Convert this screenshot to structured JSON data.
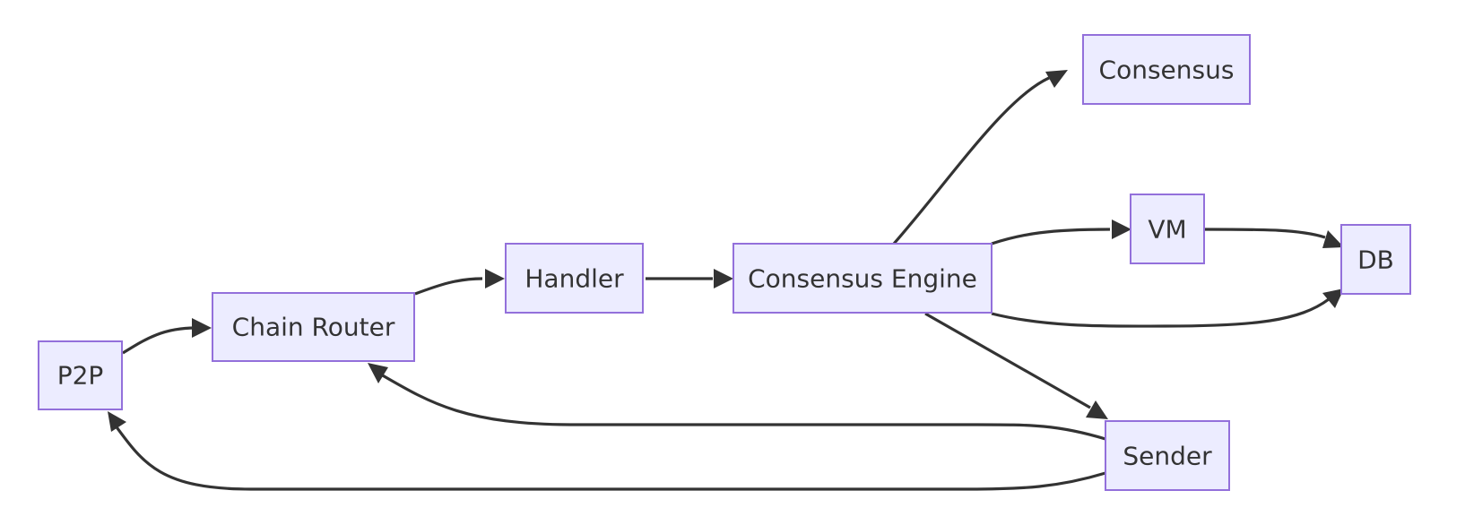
{
  "diagram": {
    "type": "flowchart",
    "direction": "left-to-right",
    "nodes": {
      "p2p": {
        "label": "P2P"
      },
      "chain_router": {
        "label": "Chain Router"
      },
      "handler": {
        "label": "Handler"
      },
      "consensus_engine": {
        "label": "Consensus Engine"
      },
      "consensus": {
        "label": "Consensus"
      },
      "vm": {
        "label": "VM"
      },
      "db": {
        "label": "DB"
      },
      "sender": {
        "label": "Sender"
      }
    },
    "edges": [
      {
        "from": "P2P",
        "to": "Chain Router"
      },
      {
        "from": "Chain Router",
        "to": "Handler"
      },
      {
        "from": "Handler",
        "to": "Consensus Engine"
      },
      {
        "from": "Consensus Engine",
        "to": "Consensus"
      },
      {
        "from": "Consensus Engine",
        "to": "VM"
      },
      {
        "from": "VM",
        "to": "DB"
      },
      {
        "from": "Consensus Engine",
        "to": "DB"
      },
      {
        "from": "Consensus Engine",
        "to": "Sender"
      },
      {
        "from": "Sender",
        "to": "Chain Router"
      },
      {
        "from": "Sender",
        "to": "P2P"
      }
    ],
    "colors": {
      "node_fill": "#ececff",
      "node_stroke": "#9370db",
      "edge": "#333333",
      "text": "#333333"
    }
  }
}
